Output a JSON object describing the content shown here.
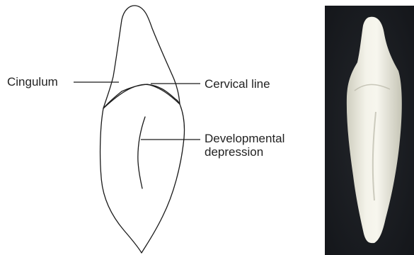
{
  "labels": {
    "cingulum": "Cingulum",
    "cervical_line": "Cervical line",
    "developmental_depression_line1": "Developmental",
    "developmental_depression_line2": "depression"
  },
  "colors": {
    "outline": "#1a1a1a",
    "photo_background": "#17191d",
    "tooth_highlight": "#f7f6ee",
    "tooth_shadow": "#c9c8b9"
  }
}
